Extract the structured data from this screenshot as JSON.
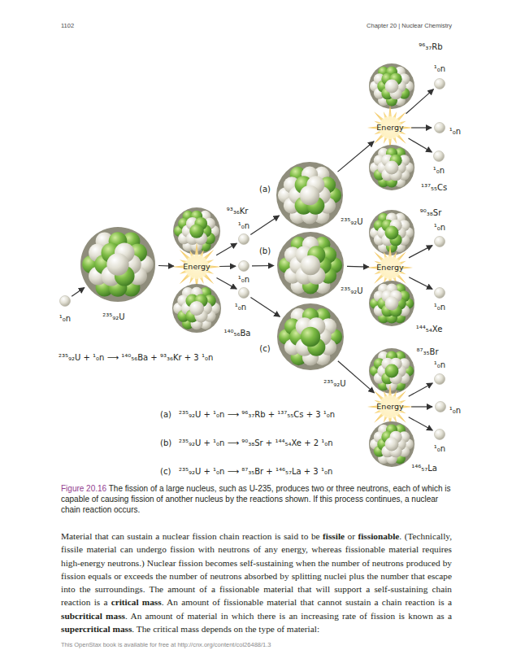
{
  "diagram": {
    "caption": "The fission of a large nucleus, such as U-235, produces two or three neutrons, each of which is capable of causing fission of another nucleus by the reactions shown. If this process continues, a nuclear chain reaction occurs.",
    "nodes": [
      {
        "text": [
          "¹₀n"
        ]
      },
      {
        "text": [
          "²³⁵₉₂U"
        ]
      },
      {
        "text": [
          "⁹³₃₆Kr"
        ]
      },
      {
        "text": [
          "Energy"
        ]
      },
      {
        "text": [
          "¹⁴⁰₅₆Ba"
        ]
      },
      {
        "text": [
          "¹₀n"
        ]
      },
      {
        "text": [
          "¹₀n"
        ]
      },
      {
        "text": [
          "¹₀n"
        ]
      },
      {
        "text": [
          "²³⁵₉₂U"
        ]
      },
      {
        "text": [
          "²³⁵₉₂U"
        ]
      },
      {
        "text": [
          "²³⁵₉₂U"
        ]
      },
      {
        "text": [
          "⁹⁶₃₇Rb"
        ]
      },
      {
        "text": [
          "Energy"
        ]
      },
      {
        "text": [
          "¹³⁷₅₅Cs"
        ]
      },
      {
        "text": [
          "¹₀n"
        ]
      },
      {
        "text": [
          "¹₀n"
        ]
      },
      {
        "text": [
          "¹₀n"
        ]
      },
      {
        "text": [
          "⁹⁰₃₈Sr"
        ]
      },
      {
        "text": [
          "Energy"
        ]
      },
      {
        "text": [
          "¹⁴⁴₅₄Xe"
        ]
      },
      {
        "text": [
          "¹₀n"
        ]
      },
      {
        "text": [
          "¹₀n"
        ]
      },
      {
        "text": [
          "⁸⁷₃₅Br"
        ]
      },
      {
        "text": [
          "Energy"
        ]
      },
      {
        "text": [
          "¹⁴⁶₅₇La"
        ]
      },
      {
        "text": [
          "¹₀n"
        ]
      },
      {
        "text": [
          "¹₀n"
        ]
      },
      {
        "text": [
          "¹₀n"
        ]
      }
    ],
    "edges": [
      {
        "from": 0,
        "to": 1,
        "arrow": "to"
      },
      {
        "from": 1,
        "to": 3,
        "arrow": "to"
      },
      {
        "from": 3,
        "to": 5,
        "arrow": "to"
      },
      {
        "from": 3,
        "to": 6,
        "arrow": "to"
      },
      {
        "from": 3,
        "to": 7,
        "arrow": "to"
      },
      {
        "from": 5,
        "to": 8,
        "arrow": "to"
      },
      {
        "from": 6,
        "to": 9,
        "arrow": "to"
      },
      {
        "from": 7,
        "to": 10,
        "arrow": "to"
      },
      {
        "from": 8,
        "to": 12,
        "arrow": "to"
      },
      {
        "from": 9,
        "to": 18,
        "arrow": "to"
      },
      {
        "from": 10,
        "to": 23,
        "arrow": "to"
      },
      {
        "from": 12,
        "to": 14,
        "arrow": "to"
      },
      {
        "from": 12,
        "to": 15,
        "arrow": "to"
      },
      {
        "from": 12,
        "to": 16,
        "arrow": "to"
      },
      {
        "from": 18,
        "to": 20,
        "arrow": "to"
      },
      {
        "from": 18,
        "to": 21,
        "arrow": "to"
      },
      {
        "from": 23,
        "to": 25,
        "arrow": "to"
      },
      {
        "from": 23,
        "to": 26,
        "arrow": "to"
      },
      {
        "from": 23,
        "to": 27,
        "arrow": "to"
      }
    ],
    "labels": [
      "1102",
      "Chapter 20 | Nuclear Chemistry",
      "(a)",
      "(b)",
      "(c)",
      "²³⁵₉₂U + ¹₀n ⟶ ¹⁴⁰₅₆Ba + ⁹³₃₆Kr + 3 ¹₀n",
      "(a)",
      "²³⁵₉₂U + ¹₀n ⟶ ⁹⁶₃₇Rb + ¹³⁷₅₅Cs + 3 ¹₀n",
      "(b)",
      "²³⁵₉₂U + ¹₀n ⟶ ⁹⁰₃₈Sr + ¹⁴⁴₅₄Xe + 2 ¹₀n",
      "(c)",
      "²³⁵₉₂U + ¹₀n ⟶ ⁸⁷₃₅Br + ¹⁴⁶₅₇La + 3 ¹₀n",
      "Figure 20.16",
      "Material that can sustain a nuclear fission chain reaction is said to be",
      "fissile",
      "or",
      "fissionable",
      ". (Technically, fissile material can undergo fission with neutrons of any energy, whereas fissionable material requires high-energy neutrons.) Nuclear fission becomes self-sustaining when the number of neutrons produced by fission equals or exceeds the number of neutrons absorbed by splitting nuclei plus the number that escape into the surroundings. The amount of a fissionable material that will support a self-sustaining chain reaction is a",
      "critical mass",
      ". An amount of fissionable material that cannot sustain a chain reaction is a",
      "subcritical mass",
      ". An amount of material in which there is an increasing rate of fission is known as a",
      "supercritical mass",
      ". The critical mass depends on the type of material:",
      "This OpenStax book is available for free at http://cnx.org/content/col26488/1.3"
    ]
  }
}
